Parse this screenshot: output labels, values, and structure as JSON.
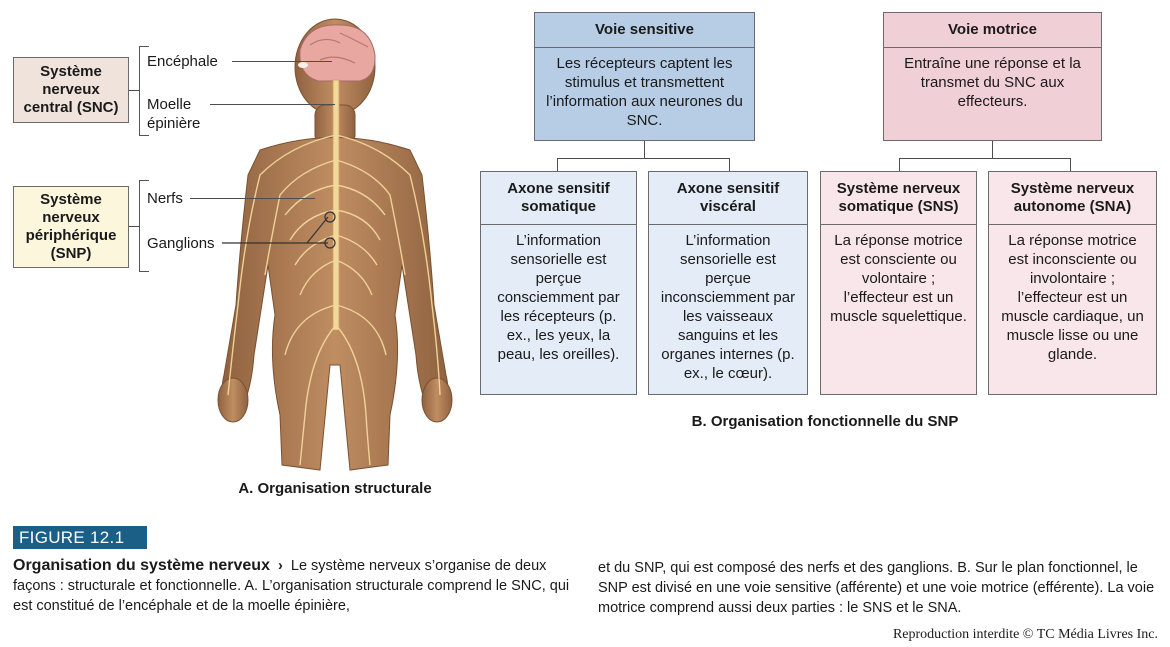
{
  "structural": {
    "snc_box": "Système nerveux central (SNC)",
    "snp_box": "Système nerveux périphérique (SNP)",
    "label_encephale": "Encéphale",
    "label_moelle": "Moelle épinière",
    "label_nerfs": "Nerfs",
    "label_ganglions": "Ganglions",
    "caption": "A. Organisation structurale"
  },
  "functional": {
    "sensory": {
      "title": "Voie sensitive",
      "text": "Les récepteurs captent les stimulus et transmettent l’information aux neurones du SNC.",
      "somatic": {
        "title": "Axone sensitif somatique",
        "text": "L’information sensorielle est perçue consciemment par les récepteurs (p. ex., les yeux, la peau, les oreilles)."
      },
      "visceral": {
        "title": "Axone sensitif viscéral",
        "text": "L’information sensorielle est perçue inconsciemment par les vaisseaux sanguins et les organes internes (p. ex., le cœur)."
      }
    },
    "motor": {
      "title": "Voie motrice",
      "text": "Entraîne une réponse et la transmet du SNC aux effecteurs.",
      "sns": {
        "title": "Système nerveux somatique (SNS)",
        "text": "La réponse motrice est consciente ou volontaire ; l’effecteur est un muscle squelettique."
      },
      "sna": {
        "title": "Système nerveux autonome (SNA)",
        "text": "La réponse motrice est inconsciente ou involontaire ; l’effecteur est un muscle cardiaque, un muscle lisse ou une glande."
      }
    },
    "caption": "B. Organisation fonctionnelle du SNP"
  },
  "figure": {
    "label": "FIGURE 12.1",
    "title": "Organisation du système nerveux",
    "arrow": "›",
    "col1": "Le système nerveux s’organise de deux façons : structurale et fonctionnelle. A. L’organisation structurale comprend le SNC, qui est constitué de l’encéphale et de la moelle épinière,",
    "col2": "et du SNP, qui est composé des nerfs et des ganglions. B. Sur le plan fonctionnel, le SNP est divisé en une voie sensitive (afférente) et une voie motrice (efférente). La voie motrice comprend aussi deux parties : le SNS et le SNA.",
    "copyright": "Reproduction interdite © TC Média Livres Inc."
  },
  "colors": {
    "sensory_header": "#b7cde6",
    "sensory_body": "#e4edf7",
    "motor_header": "#f1cfd6",
    "motor_body": "#f9e6ea",
    "snc_box": "#efe3dc",
    "snp_box": "#fbf6dc",
    "figure_label": "#1b5f86",
    "skin": "#b7845a",
    "nerves": "#f3d79b",
    "brain": "#e8a7a0"
  }
}
